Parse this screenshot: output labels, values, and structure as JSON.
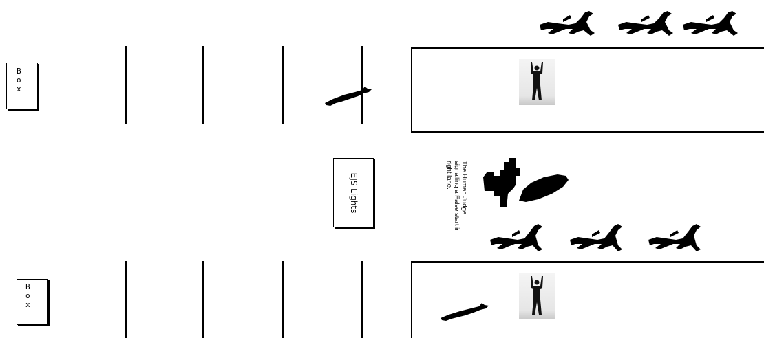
{
  "boxes": {
    "top": {
      "letters": [
        "B",
        "o",
        "x"
      ]
    },
    "bottom": {
      "letters": [
        "B",
        "o",
        "x"
      ]
    }
  },
  "lights_label": "EJS Lights",
  "judge_caption": "The Human Judge signalling a False start in right lane.",
  "colors": {
    "ink": "#000000",
    "background": "#ffffff"
  }
}
